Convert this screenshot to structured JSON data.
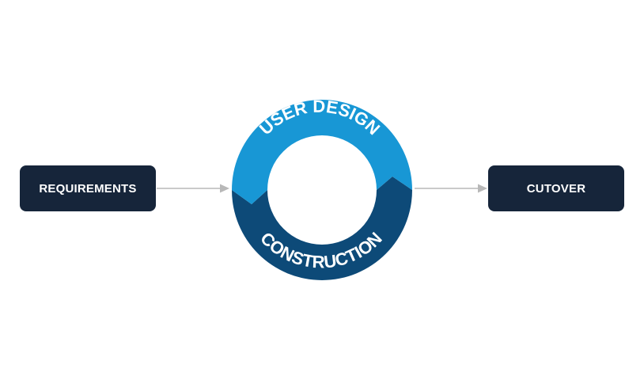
{
  "diagram": {
    "inputs": {
      "requirements_label": "REQUIREMENTS"
    },
    "outputs": {
      "cutover_label": "CUTOVER"
    },
    "cycle": {
      "top_label": "USER DESIGN",
      "bottom_label": "CONSTRUCTION"
    }
  },
  "colors": {
    "box_fill": "#16253a",
    "top_arc": "#1897d5",
    "bottom_arc": "#0d4a78",
    "arrow": "#b8b8b8",
    "background": "#ffffff"
  }
}
